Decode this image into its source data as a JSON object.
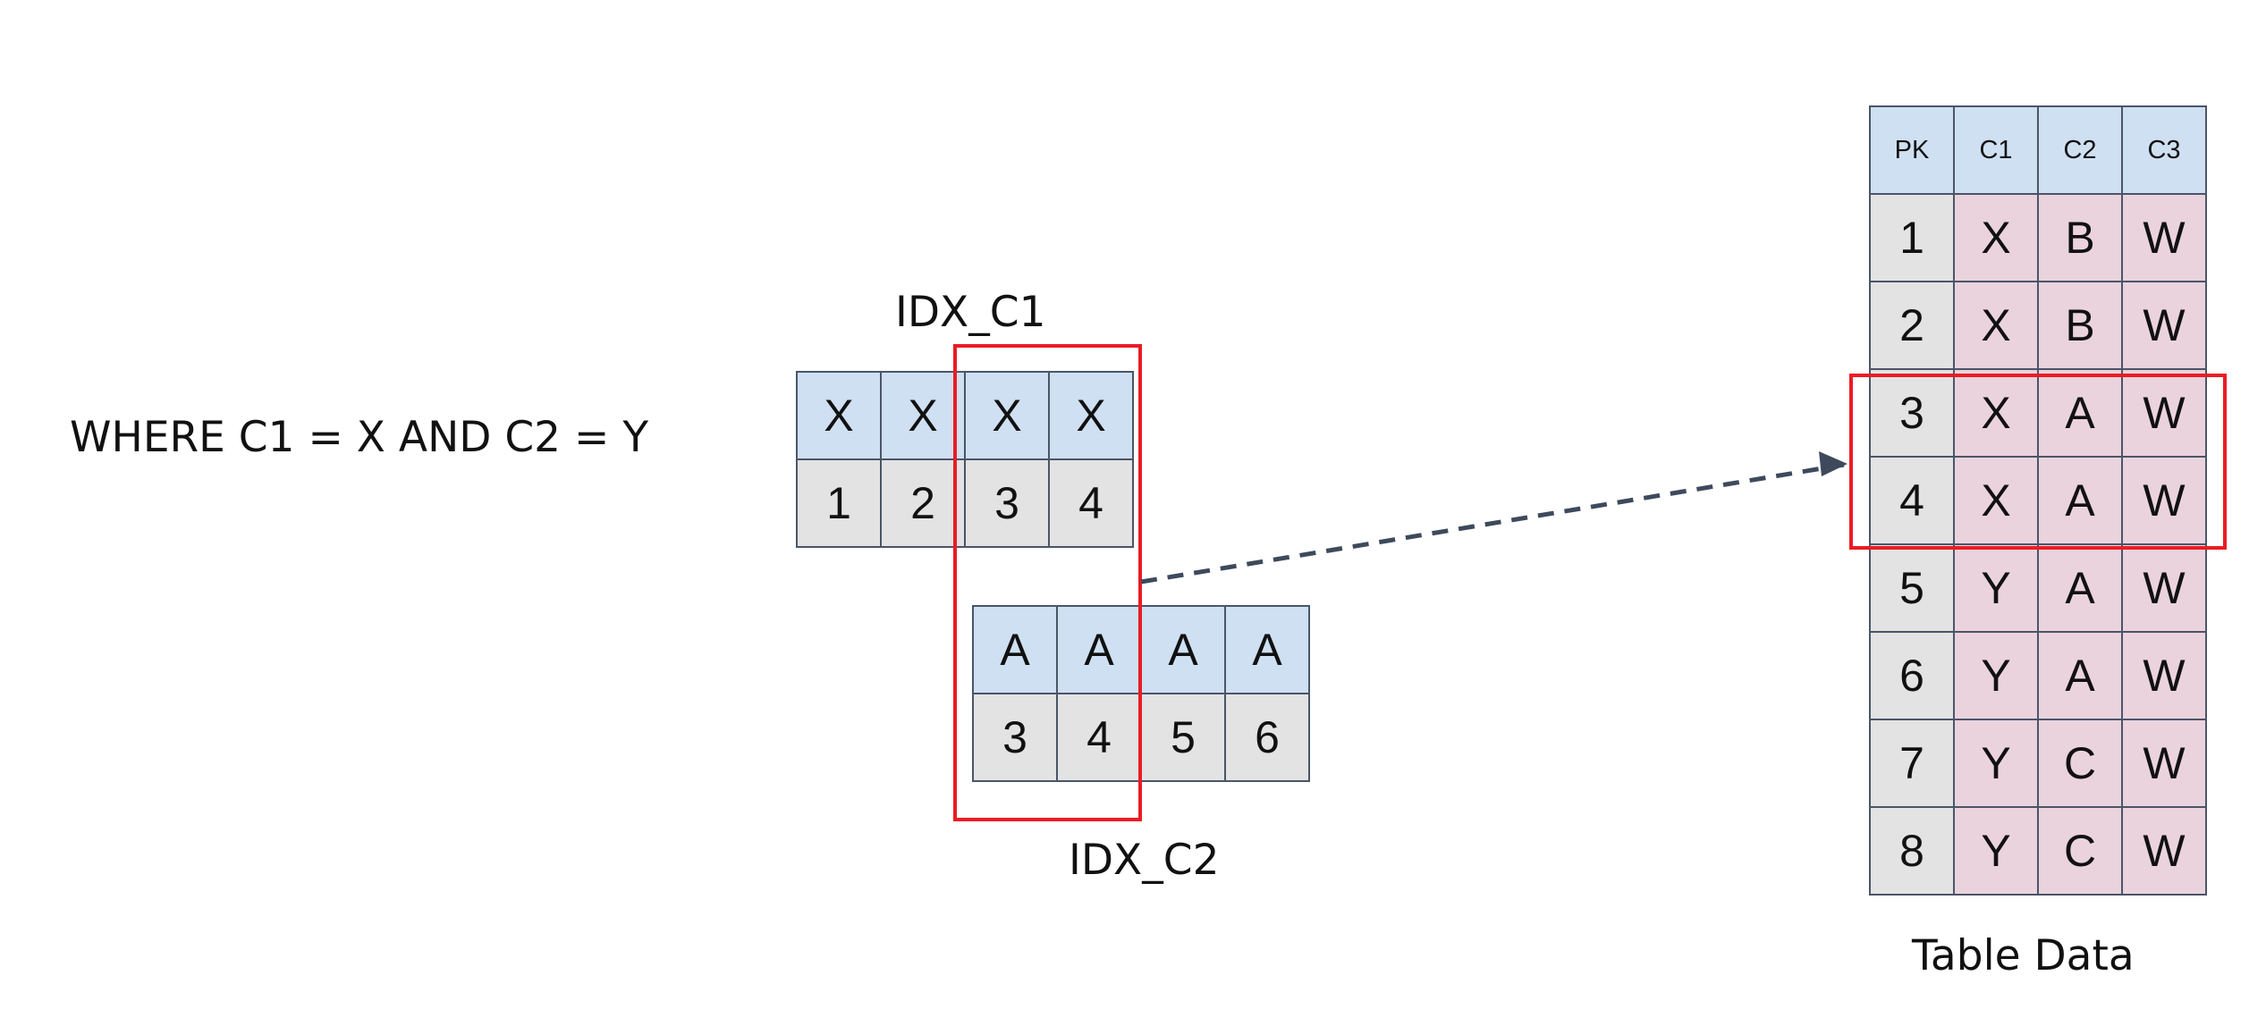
{
  "query": "WHERE C1 = X AND C2 = Y",
  "idx_c1": {
    "title": "IDX_C1",
    "keys": [
      "X",
      "X",
      "X",
      "X"
    ],
    "pks": [
      "1",
      "2",
      "3",
      "4"
    ]
  },
  "idx_c2": {
    "title": "IDX_C2",
    "keys": [
      "A",
      "A",
      "A",
      "A"
    ],
    "pks": [
      "3",
      "4",
      "5",
      "6"
    ]
  },
  "table": {
    "title": "Table Data",
    "headers": [
      "PK",
      "C1",
      "C2",
      "C3"
    ],
    "rows": [
      [
        "1",
        "X",
        "B",
        "W"
      ],
      [
        "2",
        "X",
        "B",
        "W"
      ],
      [
        "3",
        "X",
        "A",
        "W"
      ],
      [
        "4",
        "X",
        "A",
        "W"
      ],
      [
        "5",
        "Y",
        "A",
        "W"
      ],
      [
        "6",
        "Y",
        "A",
        "W"
      ],
      [
        "7",
        "Y",
        "C",
        "W"
      ],
      [
        "8",
        "Y",
        "C",
        "W"
      ]
    ]
  },
  "colors": {
    "header_fill": "#cfe0f2",
    "pk_fill": "#e3e3e3",
    "data_fill": "#ebd3de",
    "highlight": "#ea1c24",
    "arrow": "#3e4a5c"
  }
}
